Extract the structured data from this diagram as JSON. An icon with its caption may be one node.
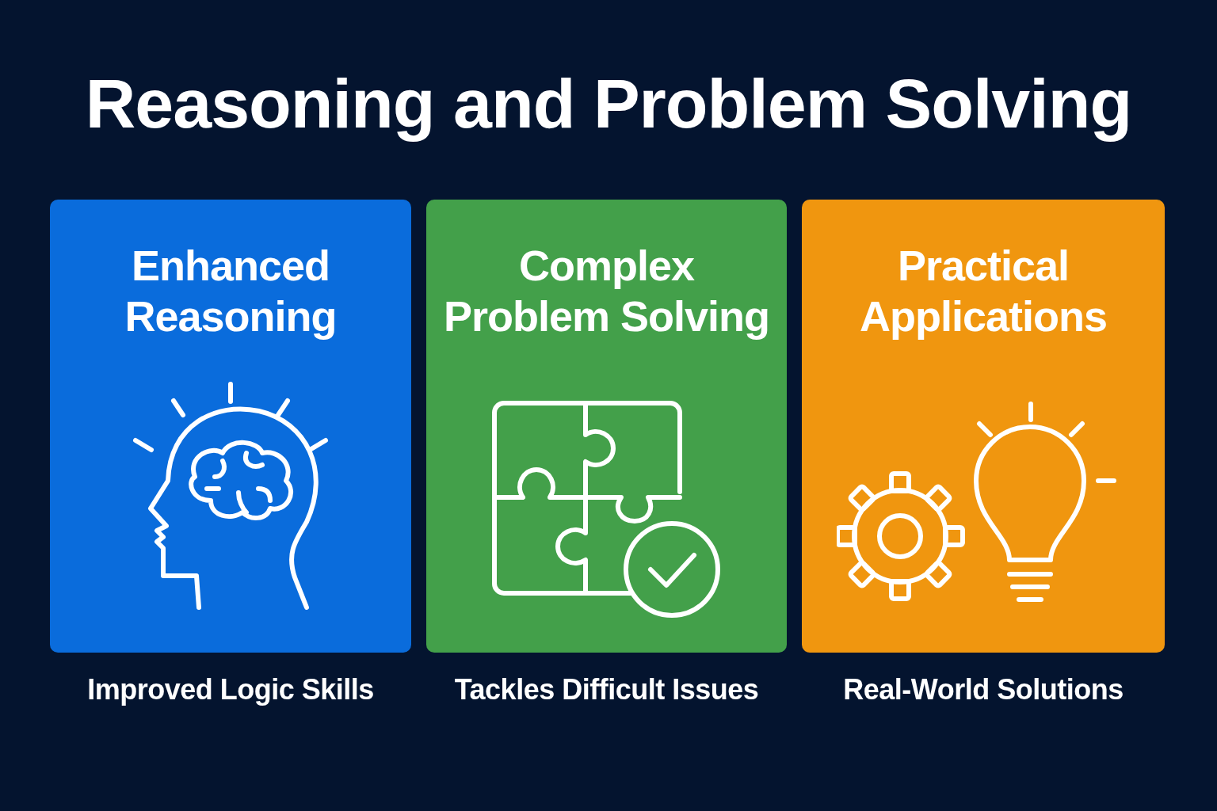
{
  "diagram": {
    "title": "Reasoning and Problem Solving",
    "nodes": [
      {
        "text": [
          "Enhanced Reasoning"
        ],
        "beside": [
          "Improved Logic Skills"
        ]
      },
      {
        "text": [
          "Complex Problem Solving"
        ],
        "beside": [
          "Tackles Difficult Issues"
        ]
      },
      {
        "text": [
          "Practical Applications"
        ],
        "beside": [
          "Real-World Solutions"
        ]
      }
    ]
  }
}
